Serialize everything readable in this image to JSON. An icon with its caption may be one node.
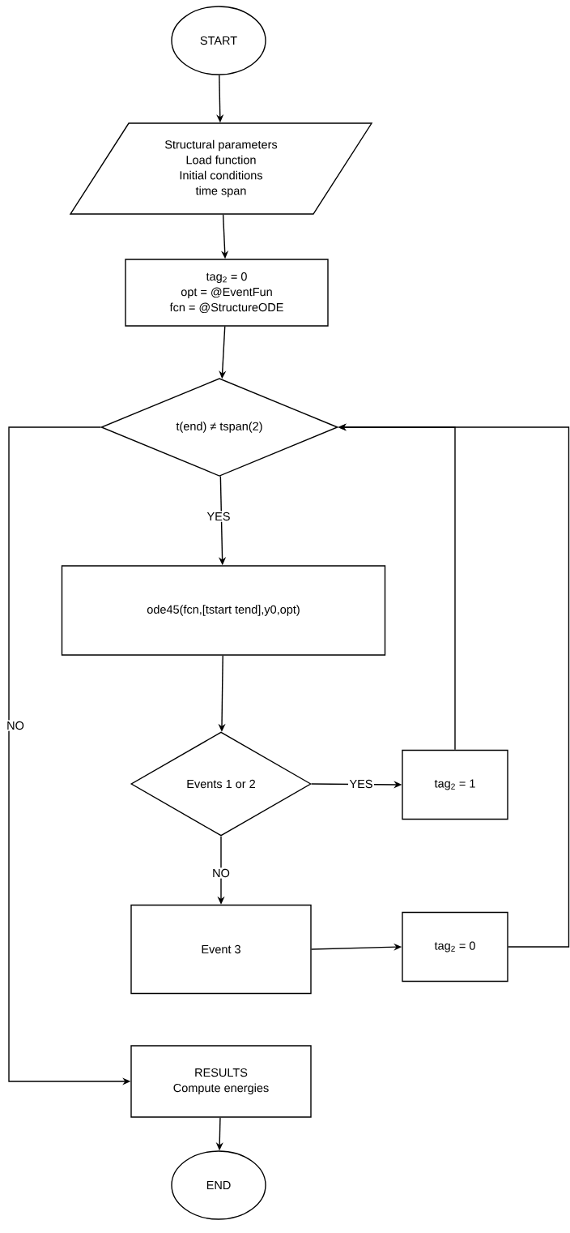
{
  "diagram": {
    "nodes": [
      {
        "text": [
          "START"
        ]
      },
      {
        "text": [
          "Structural parameters",
          "Load function",
          "Initial conditions",
          "time span"
        ]
      },
      {
        "text": [
          "tag$_{2}$ = 0",
          "opt = @EventFun",
          "fcn = @StructureODE"
        ]
      },
      {
        "text": [
          "t(end) ≠ tspan(2)"
        ]
      },
      {
        "text": [
          "ode45(fcn,[tstart tend],y0,opt)"
        ]
      },
      {
        "text": [
          "Events 1 or 2"
        ]
      },
      {
        "text": [
          "tag$_{2}$ = 1"
        ]
      },
      {
        "text": [
          "Event 3"
        ]
      },
      {
        "text": [
          "tag$_{2}$ = 0"
        ]
      },
      {
        "text": [
          "RESULTS",
          "Compute energies"
        ]
      },
      {
        "text": [
          "END"
        ]
      }
    ],
    "edges": [
      {
        "from": 0,
        "to": 1,
        "arrow": "to"
      },
      {
        "from": 1,
        "to": 2,
        "arrow": "to"
      },
      {
        "from": 2,
        "to": 3,
        "arrow": "to"
      },
      {
        "from": 3,
        "to": 4,
        "arrow": "to",
        "label": "YES"
      },
      {
        "from": 4,
        "to": 5,
        "arrow": "to"
      },
      {
        "from": 5,
        "to": 6,
        "arrow": "to",
        "label": "YES"
      },
      {
        "from": 5,
        "to": 7,
        "arrow": "to",
        "label": "NO"
      },
      {
        "from": 7,
        "to": 8,
        "arrow": "to"
      },
      {
        "from": 6,
        "to": 3,
        "arrow": "to"
      },
      {
        "from": 8,
        "to": 3,
        "arrow": "to"
      },
      {
        "from": 3,
        "to": 9,
        "arrow": "to",
        "label": "NO"
      },
      {
        "from": 9,
        "to": 10,
        "arrow": "to"
      }
    ]
  }
}
